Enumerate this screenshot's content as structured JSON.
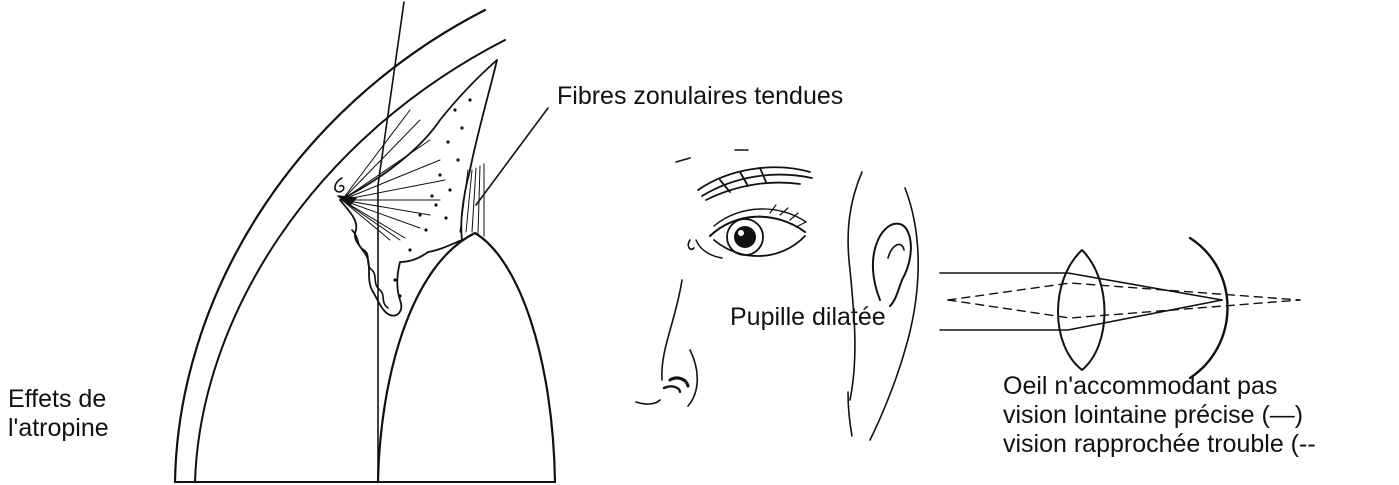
{
  "labels": {
    "effets": {
      "line1": "Effets de",
      "line2": "l'atropine"
    },
    "fibres": "Fibres zonulaires tendues",
    "pupille": "Pupille dilatée",
    "oeil": {
      "line1": "Oeil n'accommodant pas",
      "line2": "vision lointaine précise (—)",
      "line3": "vision rapprochée trouble (--"
    }
  },
  "colors": {
    "ink": "#111111",
    "background": "#ffffff"
  }
}
